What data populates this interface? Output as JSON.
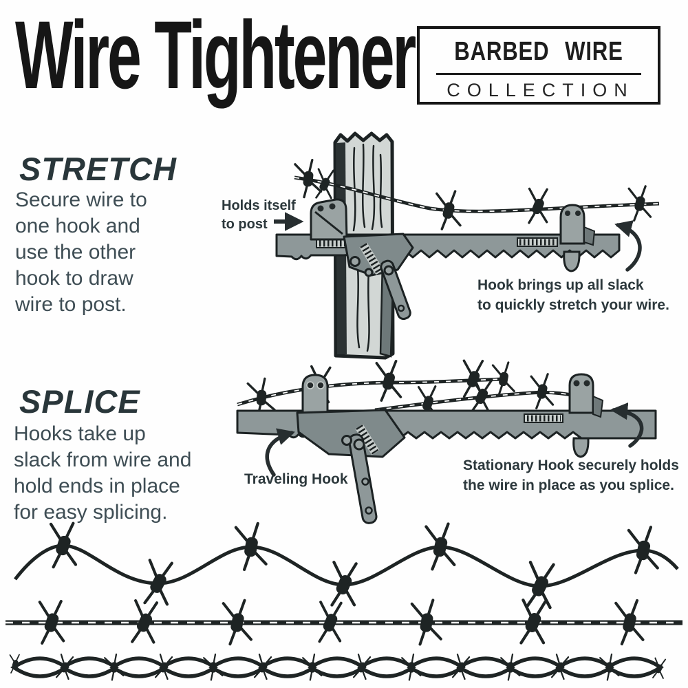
{
  "colors": {
    "ink": "#161616",
    "heading": "#29363a",
    "body_text": "#3e4d54",
    "callout_text": "#2c383c",
    "tool_gray": "#8e9899",
    "tool_mid": "#9aa3a3",
    "tool_light": "#c8cecc",
    "post_fill": "#d2d7d5",
    "outline": "#1c2223",
    "wire_black": "#1e2424",
    "background": "#fefefe"
  },
  "header": {
    "title": "Wire Tightener",
    "badge": {
      "top": "BARBED WIRE",
      "bottom": "COLLECTION"
    }
  },
  "stretch": {
    "heading": "STRETCH",
    "body_lines": [
      "Secure wire to",
      "one hook and",
      "use the other",
      "hook to draw",
      "wire to post."
    ],
    "callout_post_lines": [
      "Holds itself",
      "to post"
    ],
    "callout_hook_lines": [
      "Hook brings up all slack",
      "to quickly stretch your wire."
    ]
  },
  "splice": {
    "heading": "SPLICE",
    "body_lines": [
      "Hooks take up",
      "slack from wire and",
      "hold ends in place",
      "for easy splicing."
    ],
    "callout_traveling": "Traveling Hook",
    "callout_stationary_lines": [
      "Stationary Hook securely holds",
      "the wire in place as you splice."
    ]
  }
}
